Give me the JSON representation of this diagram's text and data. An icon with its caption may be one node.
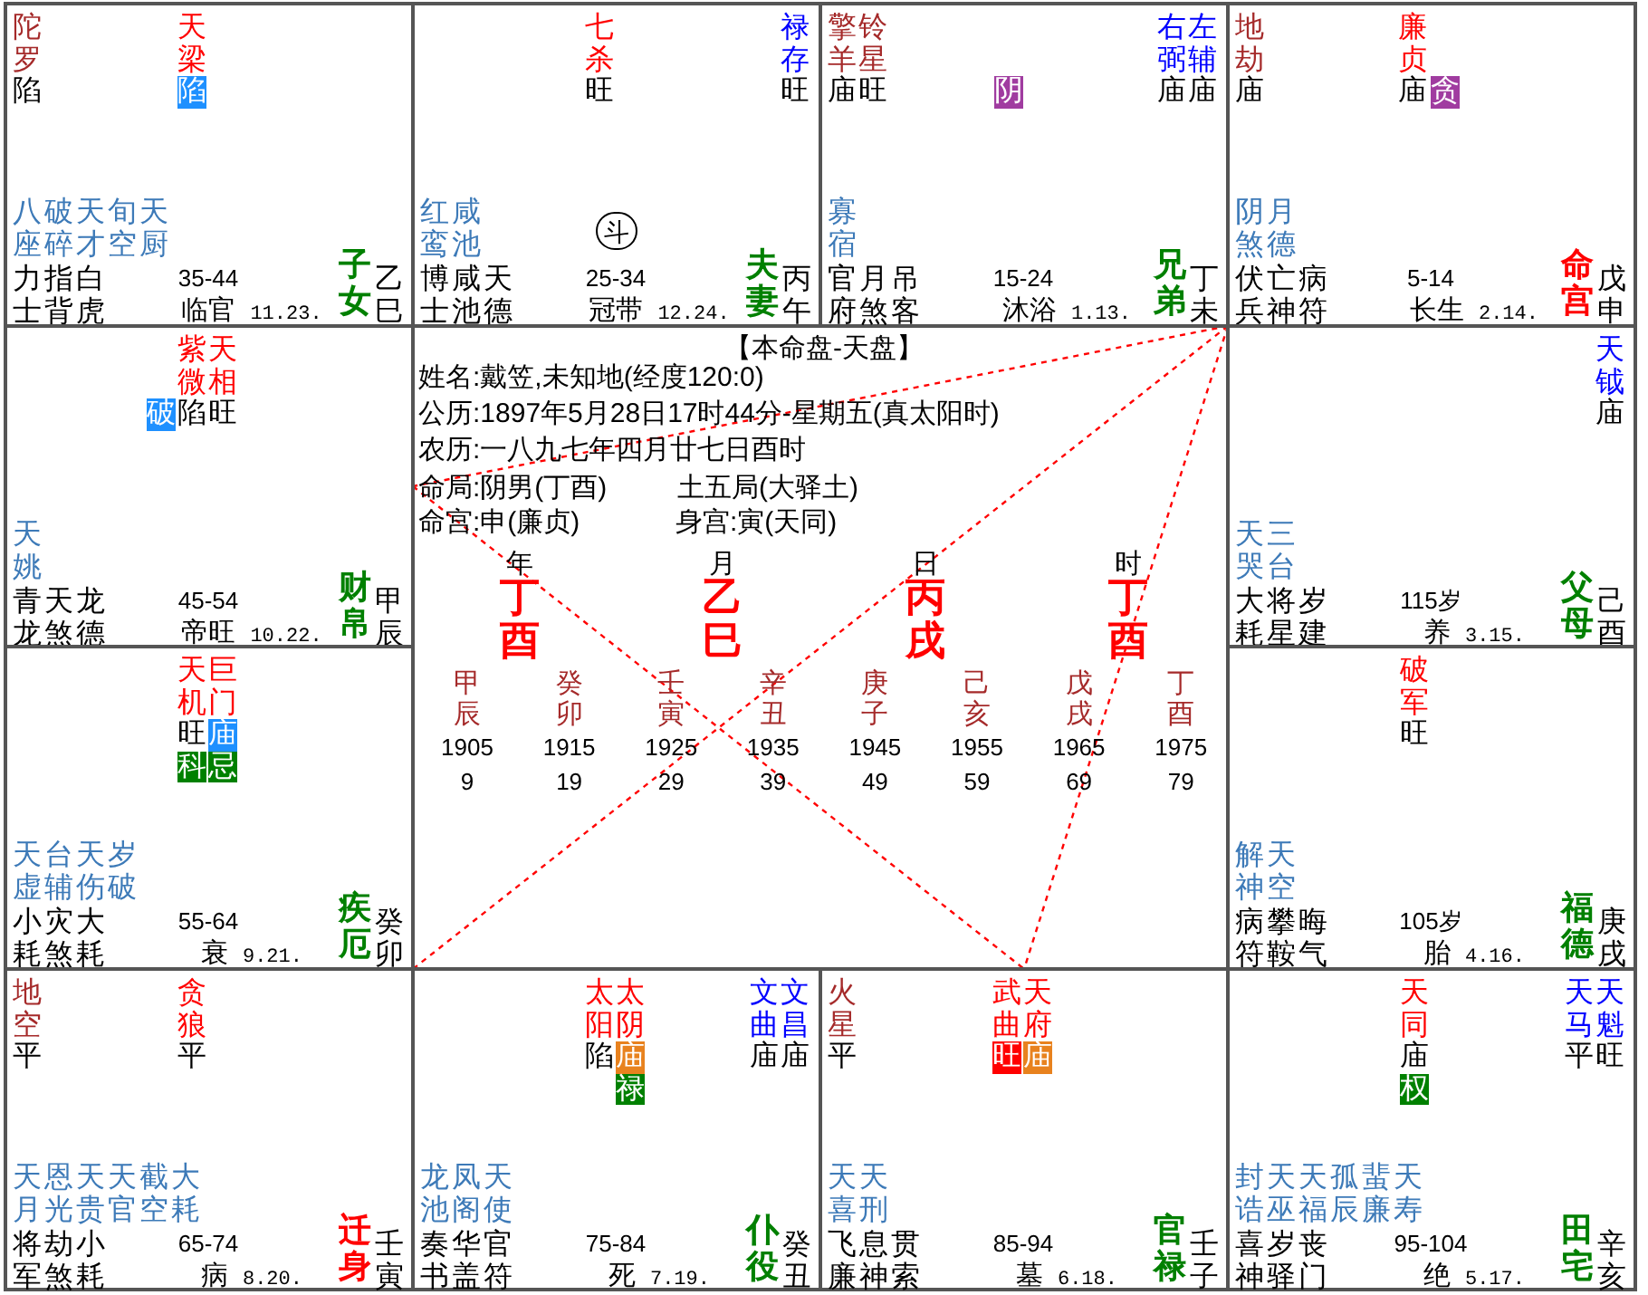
{
  "diagram": {
    "nodes": [
      {
        "text": [
          "陀罗",
          "陷",
          "天梁",
          "陷",
          "八座",
          "破碎",
          "天才",
          "旬空",
          "天厨",
          "力士",
          "指背",
          "白虎",
          "35-44",
          "临官",
          "11.23.",
          "子女",
          "乙巳"
        ]
      },
      {
        "text": [
          "七杀",
          "旺",
          "禄存",
          "旺",
          "红鸾",
          "咸池",
          "博士",
          "咸池",
          "天德",
          "25-34",
          "冠带",
          "12.24.",
          "夫妻",
          "丙午"
        ]
      },
      {
        "text": [
          "斗"
        ],
        "in": 1
      },
      {
        "text": [
          "擎羊",
          "庙",
          "铃星",
          "旺",
          "阴",
          "右弼",
          "庙",
          "左辅",
          "庙",
          "寡宿",
          "官府",
          "月煞",
          "吊客",
          "15-24",
          "沐浴",
          "1.13.",
          "兄弟",
          "丁未"
        ]
      },
      {
        "text": [
          "地劫",
          "庙",
          "廉贞",
          "庙",
          "贪",
          "阴煞",
          "月德",
          "伏兵",
          "亡神",
          "病符",
          "5-14",
          "长生",
          "2.14.",
          "命宫",
          "戊申"
        ]
      },
      {
        "text": [
          "破",
          "紫微",
          "陷",
          "天相",
          "旺",
          "天姚",
          "青龙",
          "天煞",
          "龙德",
          "45-54",
          "帝旺",
          "10.22.",
          "财帛",
          "甲辰"
        ]
      },
      {
        "text": [
          "天钺",
          "庙",
          "天哭",
          "三台",
          "大耗",
          "将星",
          "岁建",
          "115岁",
          "养",
          "3.15.",
          "父母",
          "己酉"
        ]
      },
      {
        "text": [
          "天机",
          "旺",
          "科",
          "巨门",
          "庙",
          "忌",
          "天虚",
          "台辅",
          "天伤",
          "岁破",
          "小耗",
          "灾煞",
          "大耗",
          "55-64",
          "衰",
          "9.21.",
          "疾厄",
          "癸卯"
        ]
      },
      {
        "text": [
          "破军",
          "旺",
          "解神",
          "天空",
          "病符",
          "攀鞍",
          "晦气",
          "105岁",
          "胎",
          "4.16.",
          "福德",
          "庚戌"
        ]
      },
      {
        "text": [
          "地空",
          "平",
          "贪狼",
          "平",
          "天月",
          "恩光",
          "天贵",
          "天官",
          "截空",
          "大耗",
          "将军",
          "劫煞",
          "小耗",
          "65-74",
          "病",
          "8.20.",
          "迁身",
          "壬寅"
        ]
      },
      {
        "text": [
          "太阳",
          "陷",
          "太阴",
          "庙",
          "禄",
          "文曲",
          "庙",
          "文昌",
          "庙",
          "龙池",
          "凤阁",
          "天使",
          "奏书",
          "华盖",
          "官符",
          "75-84",
          "死",
          "7.19.",
          "仆役",
          "癸丑"
        ]
      },
      {
        "text": [
          "火星",
          "平",
          "武曲",
          "旺",
          "天府",
          "庙",
          "天喜",
          "天刑",
          "飞廉",
          "息神",
          "贯索",
          "85-94",
          "墓",
          "6.18.",
          "官禄",
          "壬子"
        ]
      },
      {
        "text": [
          "天同",
          "庙",
          "权",
          "天马",
          "平",
          "天魁",
          "旺",
          "封诰",
          "天巫",
          "天福",
          "孤辰",
          "蜚廉",
          "天寿",
          "喜神",
          "岁驿",
          "丧门",
          "95-104",
          "绝",
          "5.17.",
          "田宅",
          "辛亥"
        ]
      }
    ],
    "edges": [
      {
        "from": 4,
        "to": 5,
        "arrow": "none",
        "style": "dashed",
        "color": "#ff0000"
      },
      {
        "from": 4,
        "to": 11,
        "arrow": "none",
        "style": "dashed",
        "color": "#ff0000"
      },
      {
        "from": 4,
        "to": 9,
        "arrow": "none",
        "style": "dashed",
        "color": "#ff0000"
      },
      {
        "from": 5,
        "to": 11,
        "arrow": "none",
        "style": "dashed",
        "color": "#ff0000"
      }
    ],
    "labels": [
      "【本命盘-天盘】",
      "姓名:戴笠,未知地(经度120:0)",
      "公历:1897年5月28日17时44分-星期五(真太阳时)",
      "农历:一八九七年四月廿七日酉时",
      "命局:阴男(丁酉)",
      "土五局(大驿土)",
      "命宫:申(廉贞)",
      "身宫:寅(天同)",
      "年",
      "丁酉",
      "月",
      "乙巳",
      "日",
      "丙戌",
      "时",
      "丁酉",
      "甲辰",
      "1905",
      "9",
      "癸卯",
      "1915",
      "19",
      "壬寅",
      "1925",
      "29",
      "辛丑",
      "1935",
      "39",
      "庚子",
      "1945",
      "49",
      "己亥",
      "1955",
      "59",
      "戊戌",
      "1965",
      "69",
      "丁酉",
      "1975",
      "79"
    ]
  }
}
